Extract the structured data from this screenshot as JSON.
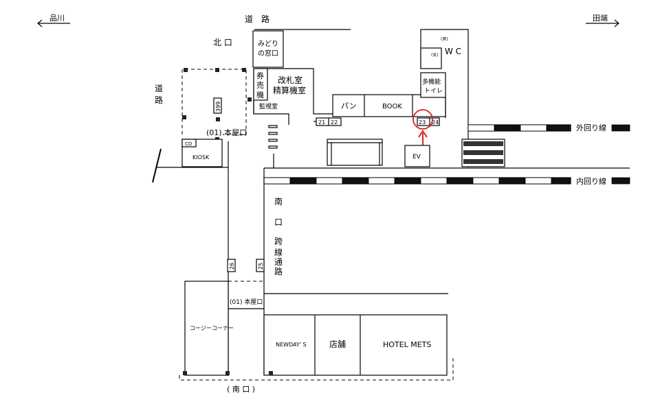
{
  "directions": {
    "left": "品川",
    "right": "田端"
  },
  "labels": {
    "road_top": "道　路",
    "road_left": [
      "道",
      "路"
    ],
    "north_exit": "北 口",
    "midori_window": [
      "みどり",
      "の窓口"
    ],
    "ticket_machine": [
      "券",
      "売",
      "機"
    ],
    "station_office": [
      "改札室",
      "精算機室"
    ],
    "monitor_room": "監視室",
    "bakery": "パン",
    "book": "BOOK",
    "wc_male": "(男)",
    "wc_female": "(女)",
    "wc": "W C",
    "multi_toilet": [
      "多機能",
      "トイレ"
    ],
    "outer_line": "外回り線",
    "inner_line": "内回り線",
    "ev": "EV",
    "honya_exit_top": "(01) 本屋口",
    "cd": "CD",
    "kiosk": "KIOSK",
    "south_corridor": [
      "南",
      "口",
      "跨",
      "線",
      "通",
      "路"
    ],
    "honya_exit_bottom": "(01) 本屋口",
    "coffee_corner": "コージーコーナー",
    "newdays": "NEWDAY' S",
    "shop": "店舗",
    "hotel": "HOTEL METS",
    "south_exit": "( 南 口 )"
  },
  "gate_numbers": {
    "g21": "21",
    "g22": "22",
    "g23": "23",
    "g24": "24",
    "g25": "25",
    "g26": "26",
    "g399": "399"
  },
  "colors": {
    "highlight": "#d42020",
    "line": "#000000"
  }
}
